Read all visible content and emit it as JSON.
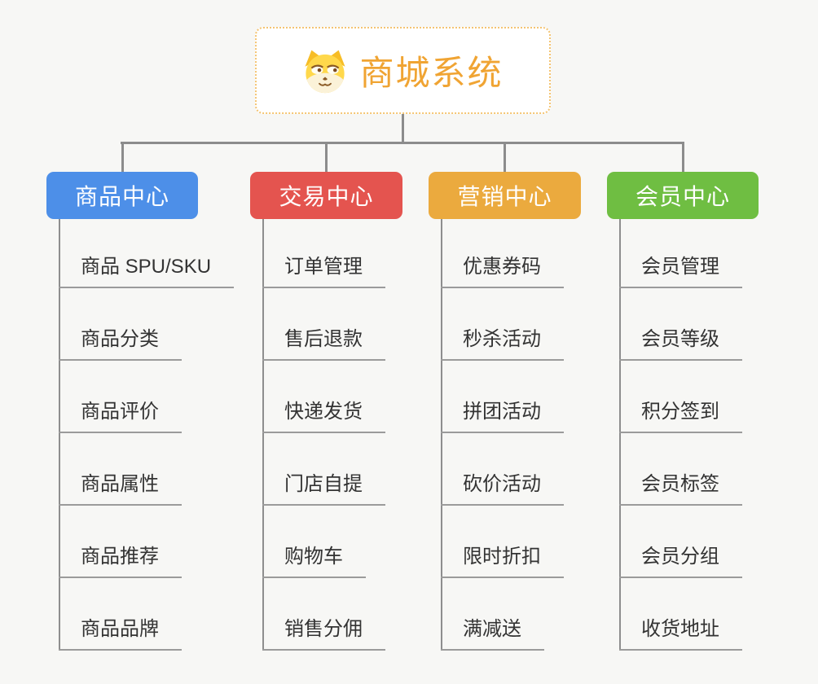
{
  "root": {
    "label": "商城系统",
    "icon": "doge-icon",
    "text_color": "#F0A433",
    "border_color": "#F4C472"
  },
  "branches": [
    {
      "id": "product-center",
      "label": "商品中心",
      "color": "#4D8FE8",
      "children": [
        "商品 SPU/SKU",
        "商品分类",
        "商品评价",
        "商品属性",
        "商品推荐",
        "商品品牌"
      ]
    },
    {
      "id": "trade-center",
      "label": "交易中心",
      "color": "#E4544F",
      "children": [
        "订单管理",
        "售后退款",
        "快递发货",
        "门店自提",
        "购物车",
        "销售分佣"
      ]
    },
    {
      "id": "marketing-center",
      "label": "营销中心",
      "color": "#EBAA3E",
      "children": [
        "优惠券码",
        "秒杀活动",
        "拼团活动",
        "砍价活动",
        "限时折扣",
        "满减送"
      ]
    },
    {
      "id": "member-center",
      "label": "会员中心",
      "color": "#6FBE42",
      "children": [
        "会员管理",
        "会员等级",
        "积分签到",
        "会员标签",
        "会员分组",
        "收货地址"
      ]
    }
  ],
  "colors": {
    "background": "#F7F7F5",
    "connector": "#8C8C8C",
    "leaf_underline": "#9B9B9B",
    "leaf_text": "#333333"
  }
}
